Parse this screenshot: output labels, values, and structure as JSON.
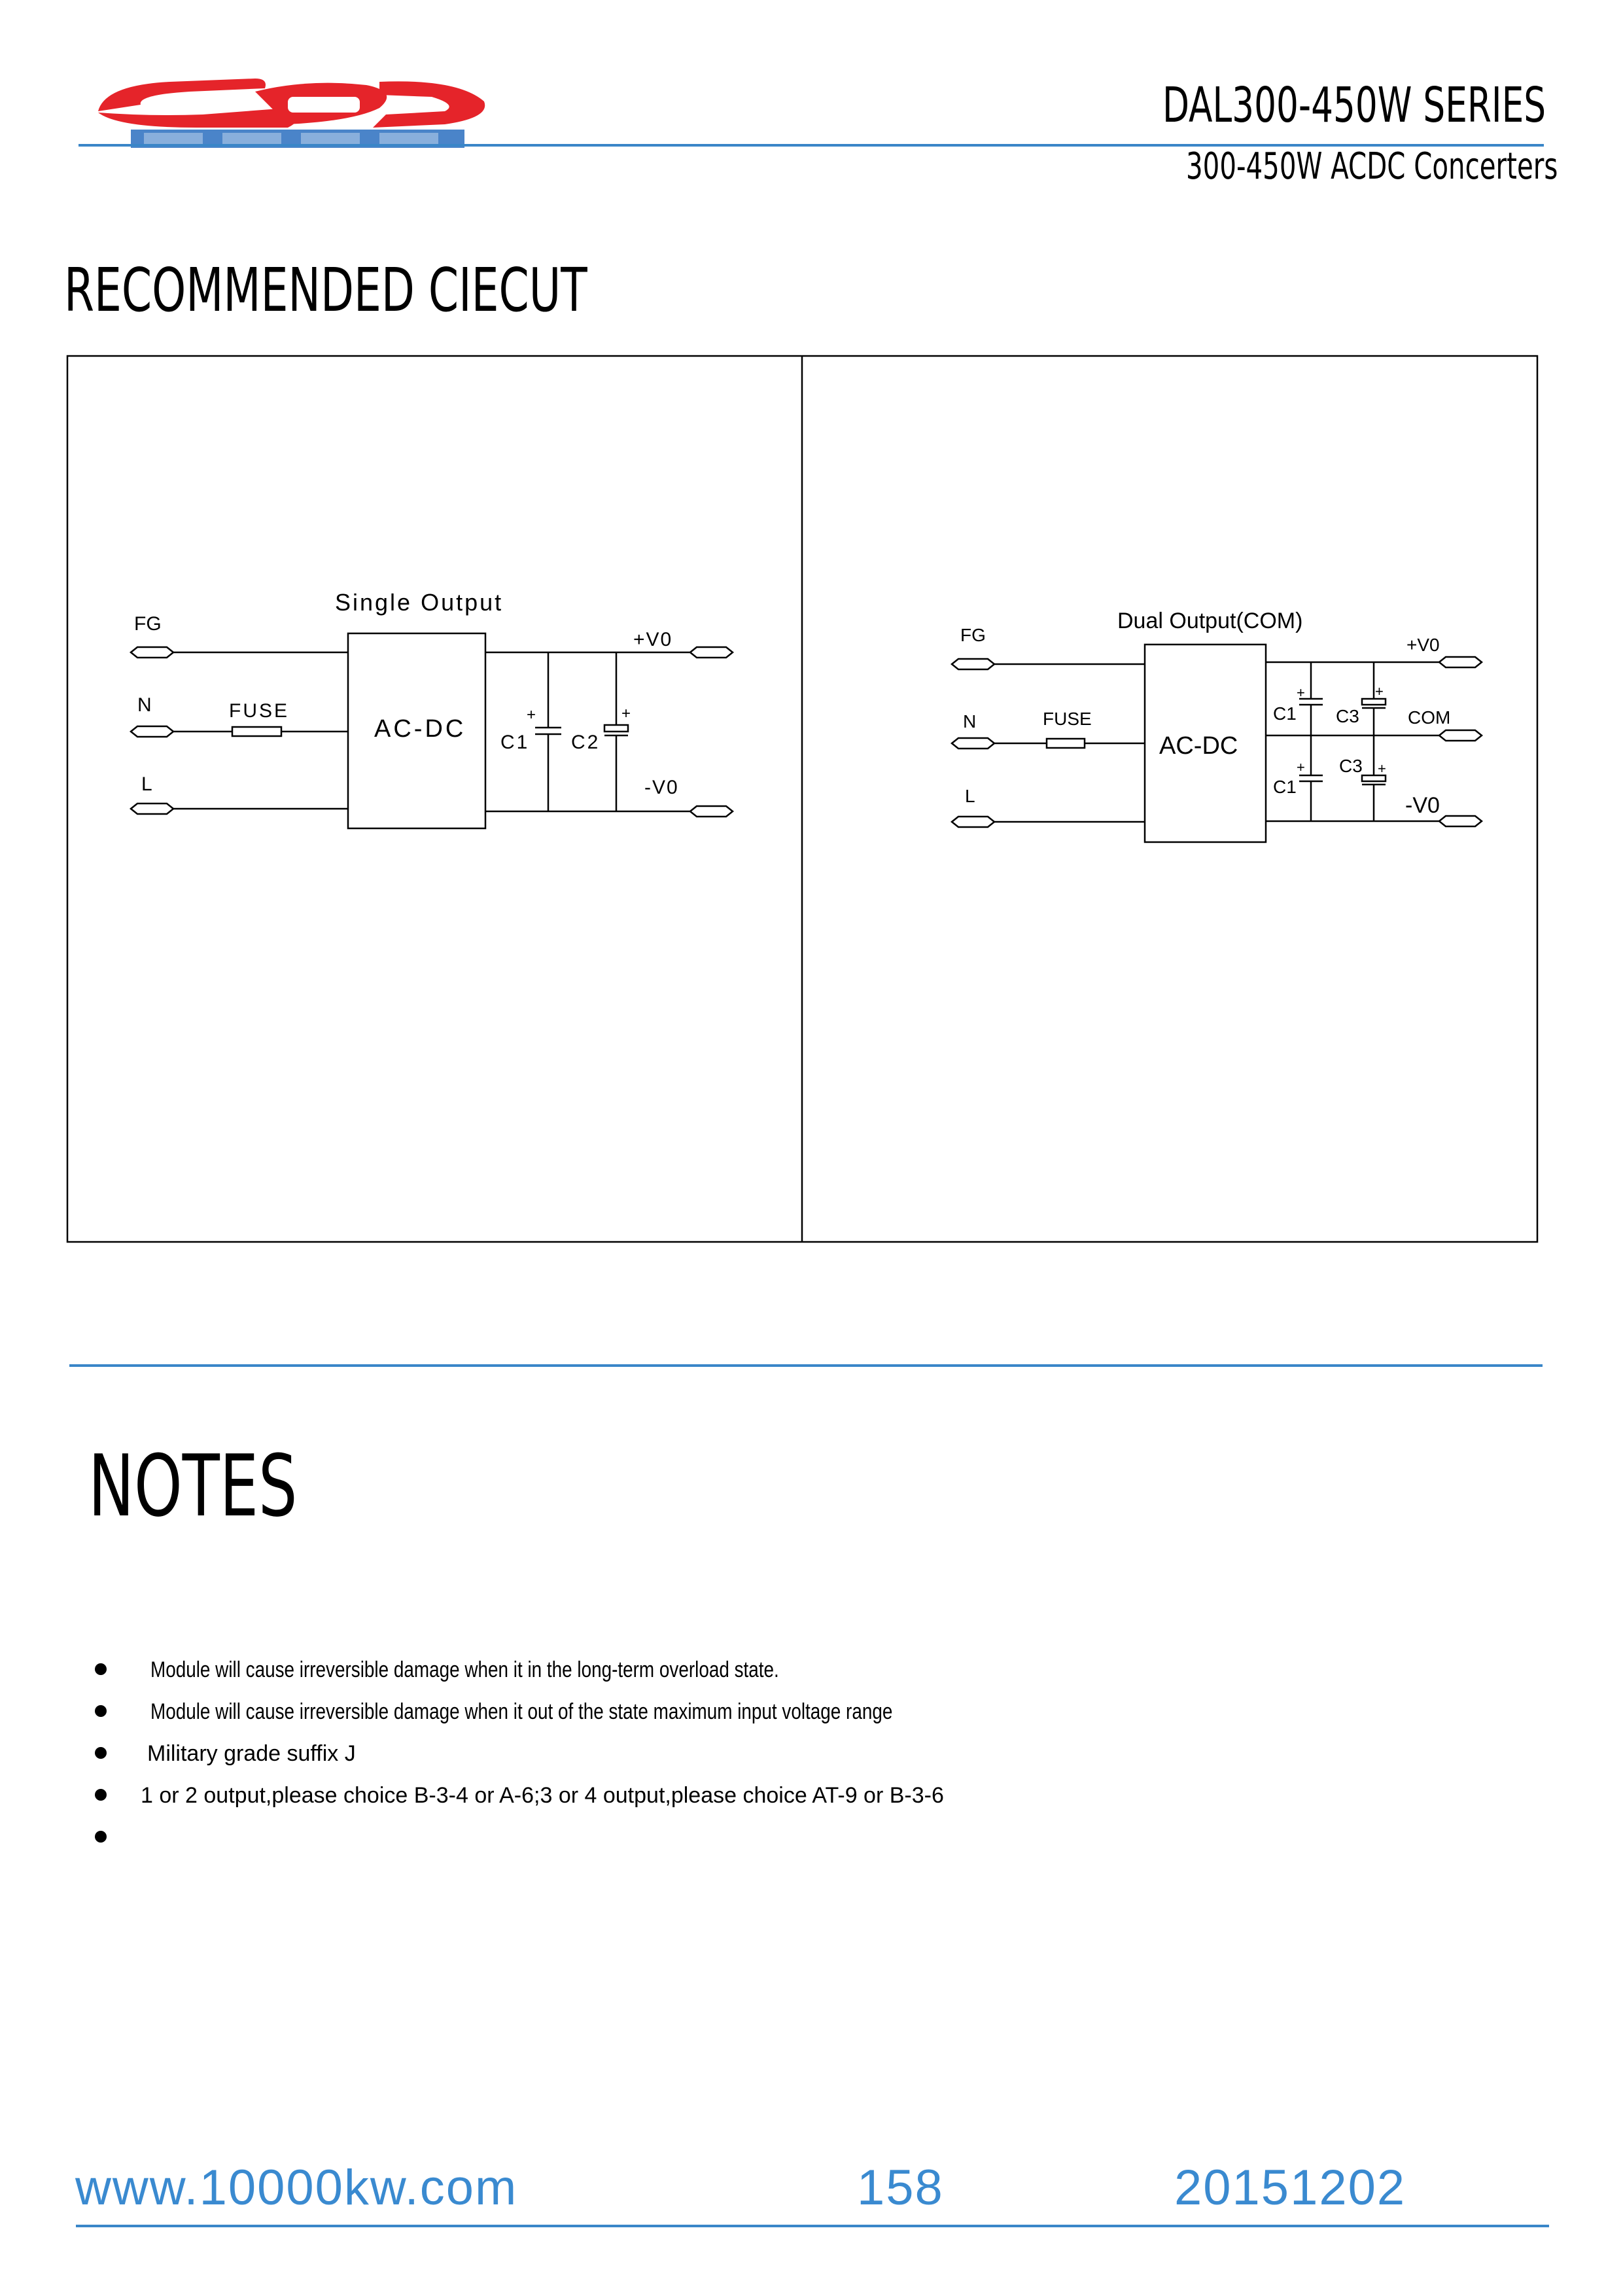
{
  "header": {
    "series_title": "DAL300-450W SERIES",
    "subtitle": "300-450W ACDC Concerters"
  },
  "colors": {
    "accent_blue": "#3a86c8",
    "logo_red": "#e5242a",
    "logo_blue": "#2a6fc0"
  },
  "section_title": "RECOMMENDED CIECUT",
  "single": {
    "title": "Single Output",
    "fg": "FG",
    "n": "N",
    "l": "L",
    "fuse": "FUSE",
    "module": "AC-DC",
    "c1": "C1",
    "c2": "C2",
    "vpos": "+V0",
    "vneg": "-V0"
  },
  "dual": {
    "title": "Dual Output(COM)",
    "fg": "FG",
    "n": "N",
    "l": "L",
    "fuse": "FUSE",
    "module": "AC-DC",
    "c1_top": "C1",
    "c3_top": "C3",
    "c1_bottom": "C1",
    "c3_bottom": "C3",
    "vpos": "+V0",
    "com": "COM",
    "vneg": "-V0"
  },
  "notes": {
    "title": "NOTES",
    "items": [
      "Module will cause irreversible damage when it in the long-term overload state.",
      "Module will cause irreversible damage when it out of the state maximum input voltage range",
      "Military grade suffix J",
      "1 or 2 output,please choice B-3-4 or A-6;3 or 4 output,please choice AT-9 or B-3-6",
      ""
    ]
  },
  "footer": {
    "website": "www.10000kw.com",
    "page": "158",
    "date": "20151202"
  }
}
